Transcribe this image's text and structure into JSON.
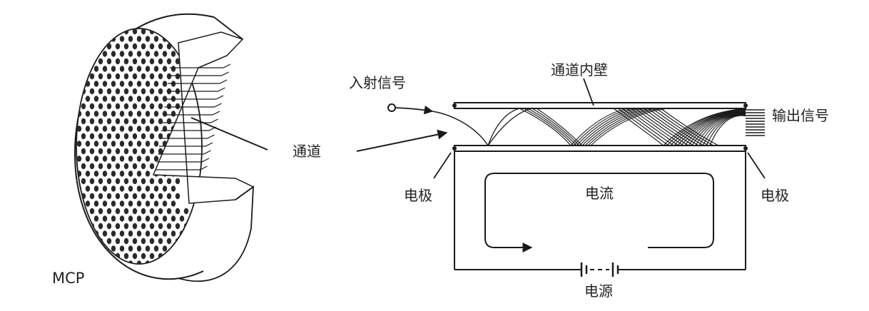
{
  "labels": {
    "mcp": "MCP",
    "channel": "通道",
    "incident_signal": "入射信号",
    "channel_inner_wall": "通道内壁",
    "output_signal": "输出信号",
    "electrode_left": "电极",
    "electrode_right": "电极",
    "current": "电流",
    "power_source": "电源"
  },
  "colors": {
    "line": "#1a1a1a",
    "hole": "#2a2a2a",
    "background": "#ffffff"
  }
}
